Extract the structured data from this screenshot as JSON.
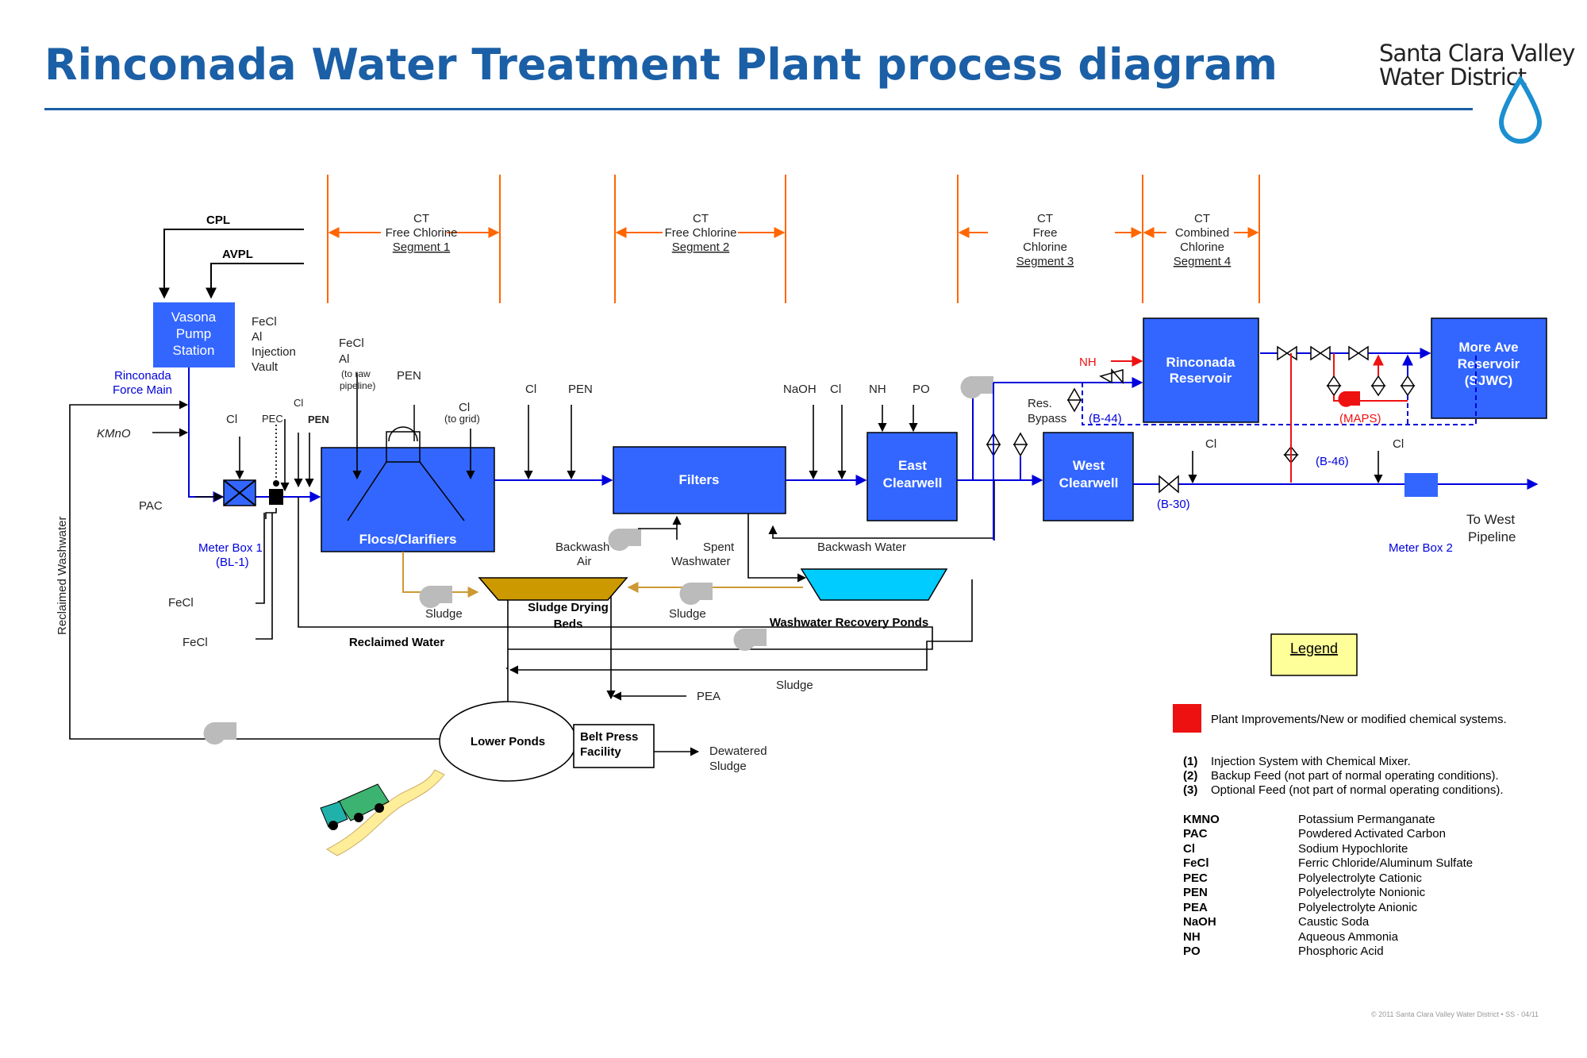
{
  "title": "Rinconada Water Treatment Plant process diagram",
  "logo": {
    "line1": "Santa Clara Valley",
    "line2": "Water District"
  },
  "colors": {
    "title": "#1b5fa6",
    "box": "#3366ff",
    "flow": "#0000dd",
    "improvement": "#ee1111",
    "sludge_line": "#cc9933",
    "ct_marker": "#ff6600",
    "legend_fill": "#ffff99"
  },
  "ct_segments": [
    {
      "line1": "CT",
      "line2": "Free Chlorine",
      "line3": "",
      "seg": "Segment 1"
    },
    {
      "line1": "CT",
      "line2": "Free Chlorine",
      "line3": "",
      "seg": "Segment 2"
    },
    {
      "line1": "CT",
      "line2": "Free",
      "line3": "Chlorine",
      "seg": "Segment 3"
    },
    {
      "line1": "CT",
      "line2": "Combined",
      "line3": "Chlorine",
      "seg": "Segment 4"
    }
  ],
  "sources": {
    "cpl": "CPL",
    "avpl": "AVPL"
  },
  "units": {
    "vasona": [
      "Vasona",
      "Pump",
      "Station"
    ],
    "flocs": "Flocs/Clarifiers",
    "filters": "Filters",
    "east": [
      "East",
      "Clearwell"
    ],
    "west": [
      "West",
      "Clearwell"
    ],
    "rinconada": [
      "Rinconada",
      "Reservoir"
    ],
    "more_ave": [
      "More Ave",
      "Reservoir",
      "(SJWC)"
    ],
    "sludge_beds": [
      "Sludge Drying",
      "Beds"
    ],
    "washwater_ponds": "Washwater Recovery Ponds",
    "lower_ponds": "Lower Ponds",
    "belt_press": [
      "Belt Press",
      "Facility"
    ]
  },
  "labels": {
    "force_main": [
      "Rinconada",
      "Force Main"
    ],
    "kmno4": "KMnO",
    "pac": "PAC",
    "cl2_3": "Cl",
    "pec1": "PEC",
    "cl3": "Cl",
    "pen": "PEN",
    "injection_vault": [
      "FeCl",
      "Al",
      "Injection",
      "Vault"
    ],
    "fecl_raw": [
      "FeCl",
      "Al",
      "(to raw",
      "pipeline)"
    ],
    "pen2": "PEN",
    "cl2_grid": [
      "Cl",
      "(to grid)"
    ],
    "cl2_mid": "Cl",
    "pen_mid": "PEN",
    "naoh": "NaOH",
    "cl2_2": "Cl",
    "nh3_2": "NH",
    "po4": "PO",
    "res_bypass": [
      "Res.",
      "Bypass"
    ],
    "nh3_red": "NH",
    "meter_box1": [
      "Meter Box 1",
      "(BL-1)"
    ],
    "fecl_inj1": "FeCl",
    "fecl_inj2": "FeCl",
    "reclaimed_water": "Reclaimed Water",
    "reclaimed_washwater": "Reclaimed Washwater",
    "backwash_air": [
      "Backwash",
      "Air"
    ],
    "spent_washwater": [
      "Spent",
      "Washwater"
    ],
    "backwash_water": "Backwash Water",
    "sludge_a": "Sludge",
    "sludge_b": "Sludge",
    "sludge_c": "Sludge",
    "pea": "PEA",
    "dewatered": [
      "Dewatered",
      "Sludge"
    ],
    "b44": "(B-44)",
    "b46": "(B-46)",
    "b30": "(B-30)",
    "maps": "(MAPS)",
    "cl2_w": "Cl",
    "cl2_e": "Cl",
    "meter_box2": "Meter Box 2",
    "to_west": [
      "To West",
      "Pipeline"
    ]
  },
  "legend": {
    "title": "Legend",
    "improvement": "Plant Improvements/New or modified chemical systems.",
    "notes": [
      {
        "key": "(1)",
        "text": "Injection System with Chemical Mixer."
      },
      {
        "key": "(2)",
        "text": "Backup Feed (not part of normal operating conditions)."
      },
      {
        "key": "(3)",
        "text": "Optional Feed (not part of normal operating conditions)."
      }
    ],
    "abbreviations": [
      {
        "abbr": "KMNO",
        "meaning": "Potassium Permanganate"
      },
      {
        "abbr": "PAC",
        "meaning": "Powdered Activated Carbon"
      },
      {
        "abbr": "Cl",
        "meaning": "Sodium Hypochlorite"
      },
      {
        "abbr": "FeCl",
        "meaning": "Ferric Chloride/Aluminum Sulfate"
      },
      {
        "abbr": "PEC",
        "meaning": "Polyelectrolyte Cationic"
      },
      {
        "abbr": "PEN",
        "meaning": "Polyelectrolyte Nonionic"
      },
      {
        "abbr": "PEA",
        "meaning": "Polyelectrolyte Anionic"
      },
      {
        "abbr": "NaOH",
        "meaning": "Caustic Soda"
      },
      {
        "abbr": "NH",
        "meaning": "Aqueous Ammonia"
      },
      {
        "abbr": "PO",
        "meaning": "Phosphoric Acid"
      }
    ]
  },
  "copyright": "© 2011 Santa Clara Valley Water District • SS - 04/11"
}
